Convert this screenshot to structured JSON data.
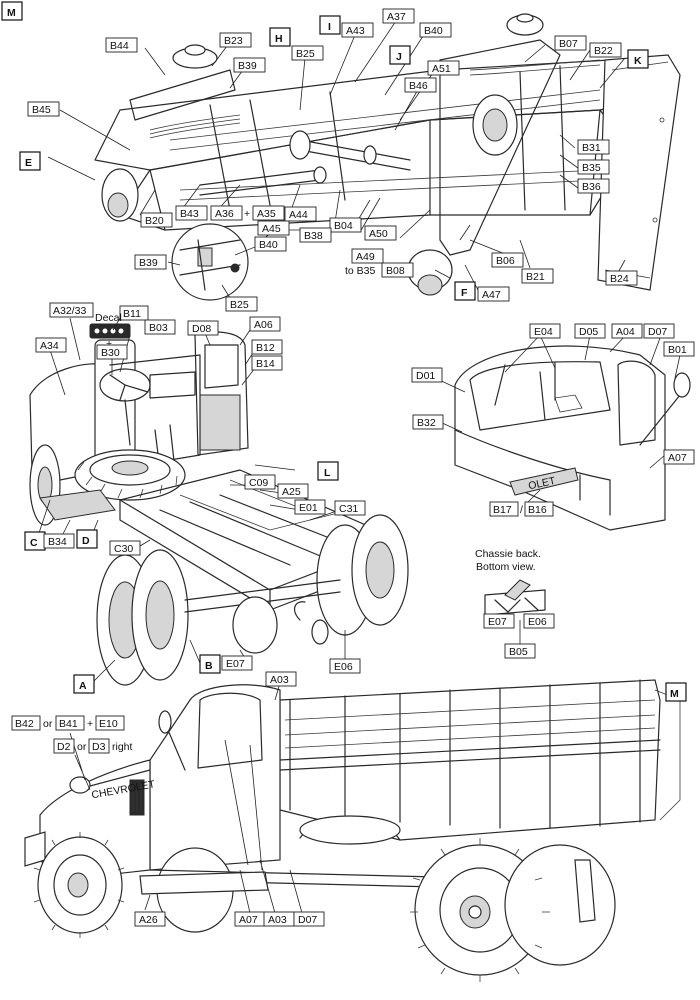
{
  "callouts": {
    "M_top": "M",
    "E": "E",
    "H": "H",
    "I": "I",
    "J": "J",
    "K": "K",
    "F": "F",
    "L": "L",
    "C": "C",
    "D": "D",
    "A": "A",
    "B": "B",
    "M_bottom": "M",
    "B44": "B44",
    "B23": "B23",
    "B39_top": "B39",
    "B25_top": "B25",
    "A43": "A43",
    "A37": "A37",
    "B40_top": "B40",
    "B07_top": "B07",
    "B22": "B22",
    "B45": "B45",
    "A51": "A51",
    "B46": "B46",
    "B31": "B31",
    "B35": "B35",
    "B36": "B36",
    "B20": "B20",
    "B43": "B43",
    "A36": "A36",
    "plus1": "+",
    "A35": "A35",
    "A44": "A44",
    "B04": "B04",
    "A50": "A50",
    "A45": "A45",
    "B40_inset": "B40",
    "B38": "B38",
    "A49": "A49",
    "to_B35": "to B35",
    "B06": "B06",
    "B21": "B21",
    "B08": "B08",
    "A47": "A47",
    "B24": "B24",
    "B39_inset": "B39",
    "B25_inset": "B25",
    "A32_33": "A32/33",
    "B11": "B11",
    "decal": "Decal",
    "plus_decal": "+",
    "B03": "B03",
    "D08": "D08",
    "A06": "A06",
    "A34": "A34",
    "B30": "B30",
    "B12": "B12",
    "B14": "B14",
    "C09": "C09",
    "A25": "A25",
    "E01": "E01",
    "C31": "C31",
    "B34": "B34",
    "C30": "C30",
    "E07_chassis": "E07",
    "E06_chassis": "E06",
    "E04": "E04",
    "D05": "D05",
    "A04": "A04",
    "D07_cab": "D07",
    "B01": "B01",
    "D01": "D01",
    "B32": "B32",
    "A07_cab": "A07",
    "B17": "B17",
    "slash": "/",
    "B16": "B16",
    "chassis_note_1": "Chassie back.",
    "chassis_note_2": "Bottom view.",
    "E07_inset": "E07",
    "E06_inset": "E06",
    "B05": "B05",
    "A03_top": "A03",
    "B42": "B42",
    "or1": "or",
    "B41": "B41",
    "plus2": "+",
    "E10": "E10",
    "D2": "D2",
    "or2": "or",
    "D3": "D3",
    "right": "right",
    "A26": "A26",
    "A07_bottom": "A07",
    "A03_bottom": "A03",
    "D07_bottom": "D07",
    "grille_text": "CHEVROLET",
    "hood_text": "OLET"
  }
}
